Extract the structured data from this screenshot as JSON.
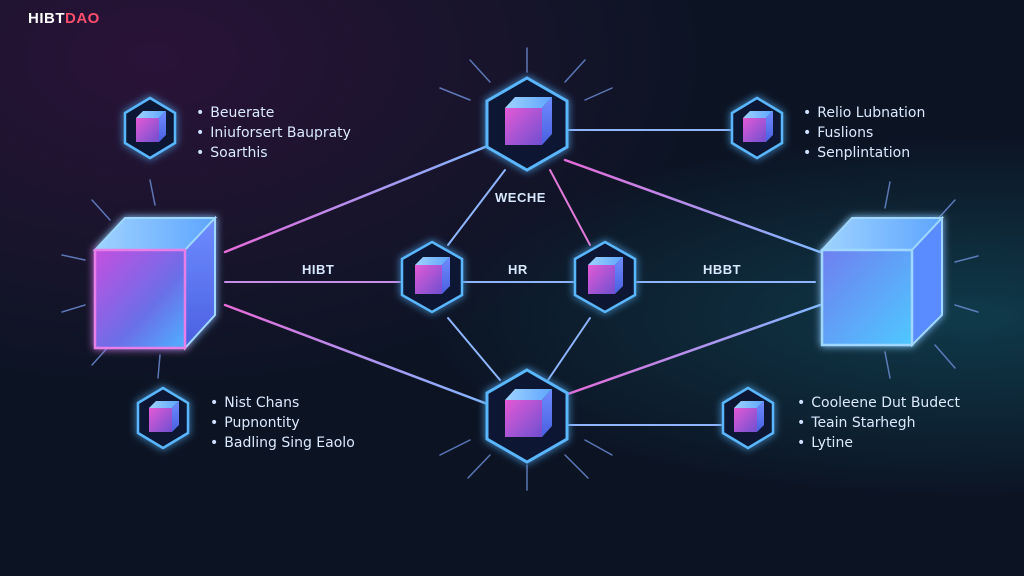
{
  "brand": {
    "main": "HIBT",
    "accent": "DAO"
  },
  "labels": {
    "top_center": "WECHE",
    "edge_left": "HIBT",
    "edge_middle": "HR",
    "edge_right": "HBBT"
  },
  "lists": {
    "top_left": [
      "Beuerate",
      "Iniuforsert Baupraty",
      "Soarthis"
    ],
    "top_right": [
      "Relio Lubnation",
      "Fuslions",
      "Senplintation"
    ],
    "bottom_left": [
      "Nist Chans",
      "Pupnontity",
      "Badling Sing Eaolo"
    ],
    "bottom_right": [
      "Cooleene Dut Budect",
      "Teain Starhegh",
      "Lytine"
    ]
  },
  "colors": {
    "accent_pink": "#ff4d6d",
    "node_glow": "#59b7ff",
    "cube_blue": "#5aa8ff",
    "cube_pink": "#d94fd0"
  }
}
